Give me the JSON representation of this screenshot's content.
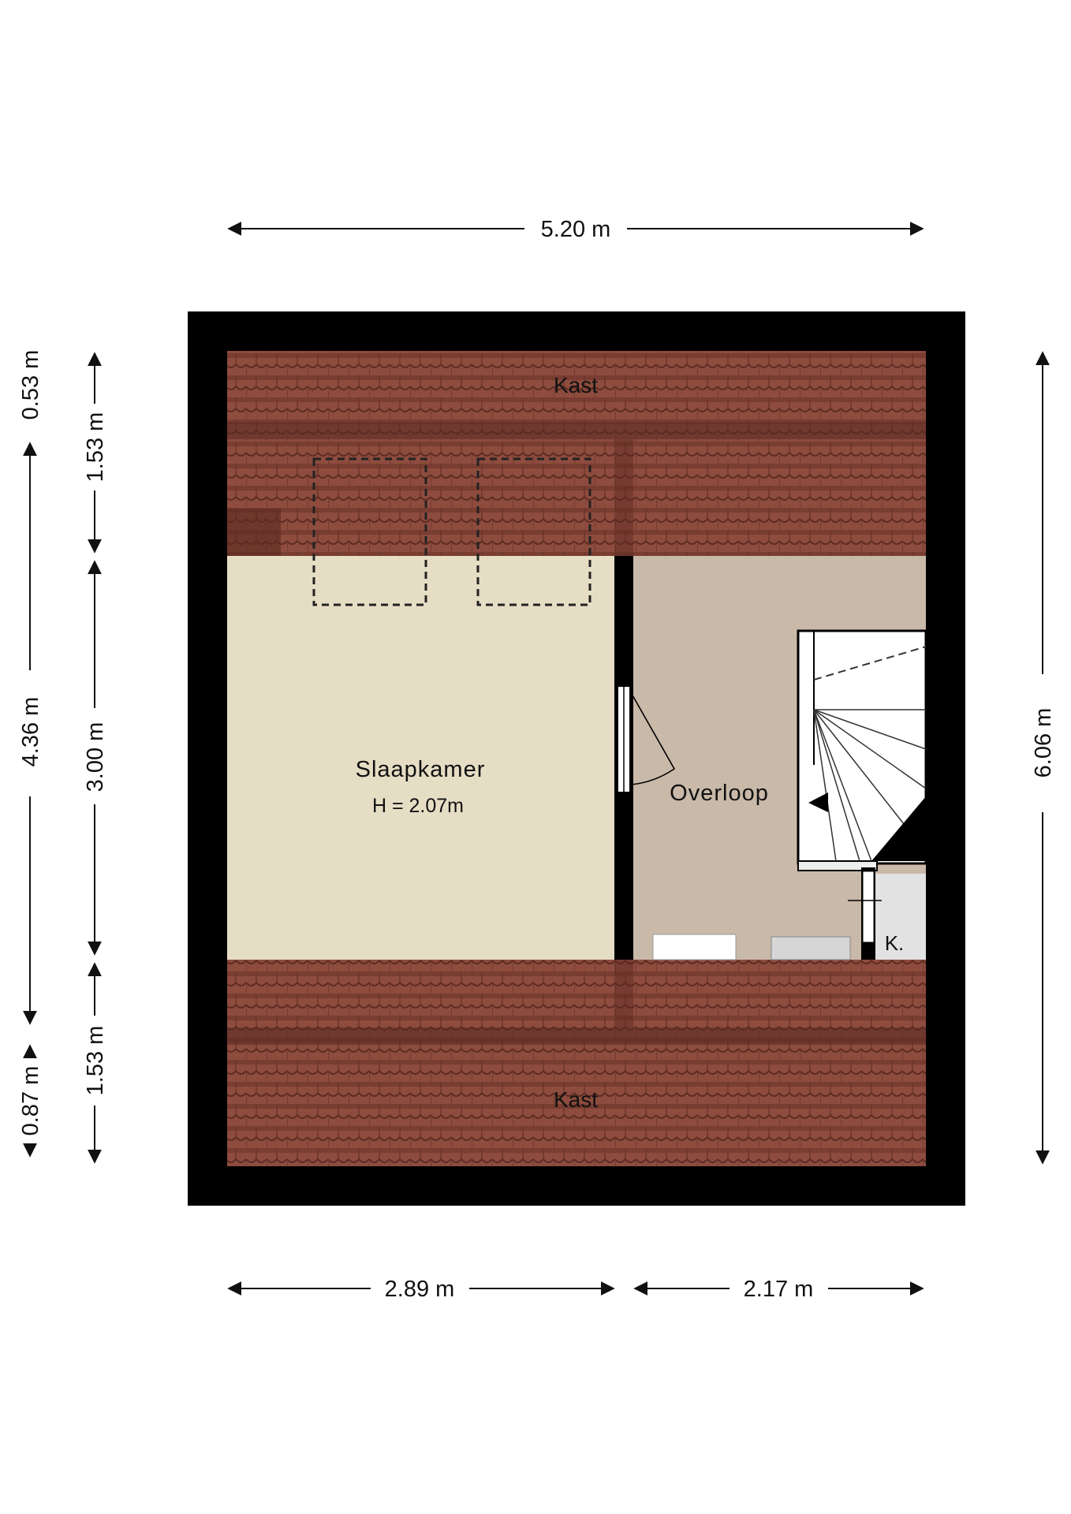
{
  "rooms": {
    "kast_top": "Kast",
    "kast_bottom": "Kast",
    "slaapkamer": "Slaapkamer",
    "slaapkamer_height": "H = 2.07m",
    "overloop": "Overloop",
    "kast_small": "K."
  },
  "dimensions": {
    "top_width": "5.20 m",
    "bottom_left_width": "2.89 m",
    "bottom_right_width": "2.17 m",
    "right_height": "6.06 m",
    "left_outer_top": "0.53 m",
    "left_outer_mid": "4.36 m",
    "left_outer_bottom": "0.87 m",
    "left_inner_top": "1.53 m",
    "left_inner_mid": "3.00 m",
    "left_inner_bottom": "1.53 m"
  },
  "colors": {
    "wall": "#000000",
    "roof_tiles": "#8a4a3c",
    "slaapkamer_floor": "#e6ddc5",
    "overloop_floor": "#c9b9a8",
    "kast_small_floor": "#e2e2e2"
  }
}
